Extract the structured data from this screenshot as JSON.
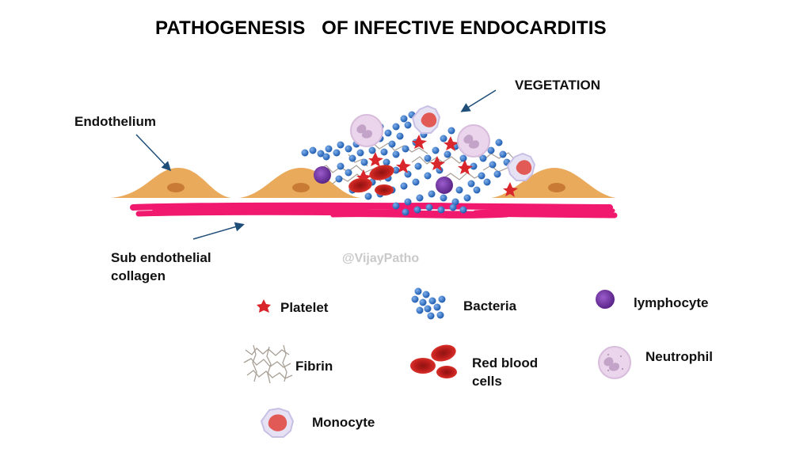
{
  "title": "PATHOGENESIS   OF INFECTIVE ENDOCARDITIS",
  "labels": {
    "vegetation": "VEGETATION",
    "endothelium": "Endothelium",
    "collagen_line1": "Sub endothelial",
    "collagen_line2": "collagen"
  },
  "watermark": "@VijayPatho",
  "legend": {
    "platelet": "Platelet",
    "bacteria": "Bacteria",
    "lymphocyte": "lymphocyte",
    "fibrin": "Fibrin",
    "rbc_line1": "Red blood",
    "rbc_line2": "cells",
    "neutrophil": "Neutrophil",
    "monocyte": "Monocyte"
  },
  "colors": {
    "endothelium": "#e9aa5c",
    "collagen": "#f0196e",
    "bacteria": "#2f6fc4",
    "rbc": "#c8201e",
    "lymphocyte": "#7b3aa8",
    "neutrophil": "#ead5ec",
    "arrow": "#1f4e79"
  }
}
